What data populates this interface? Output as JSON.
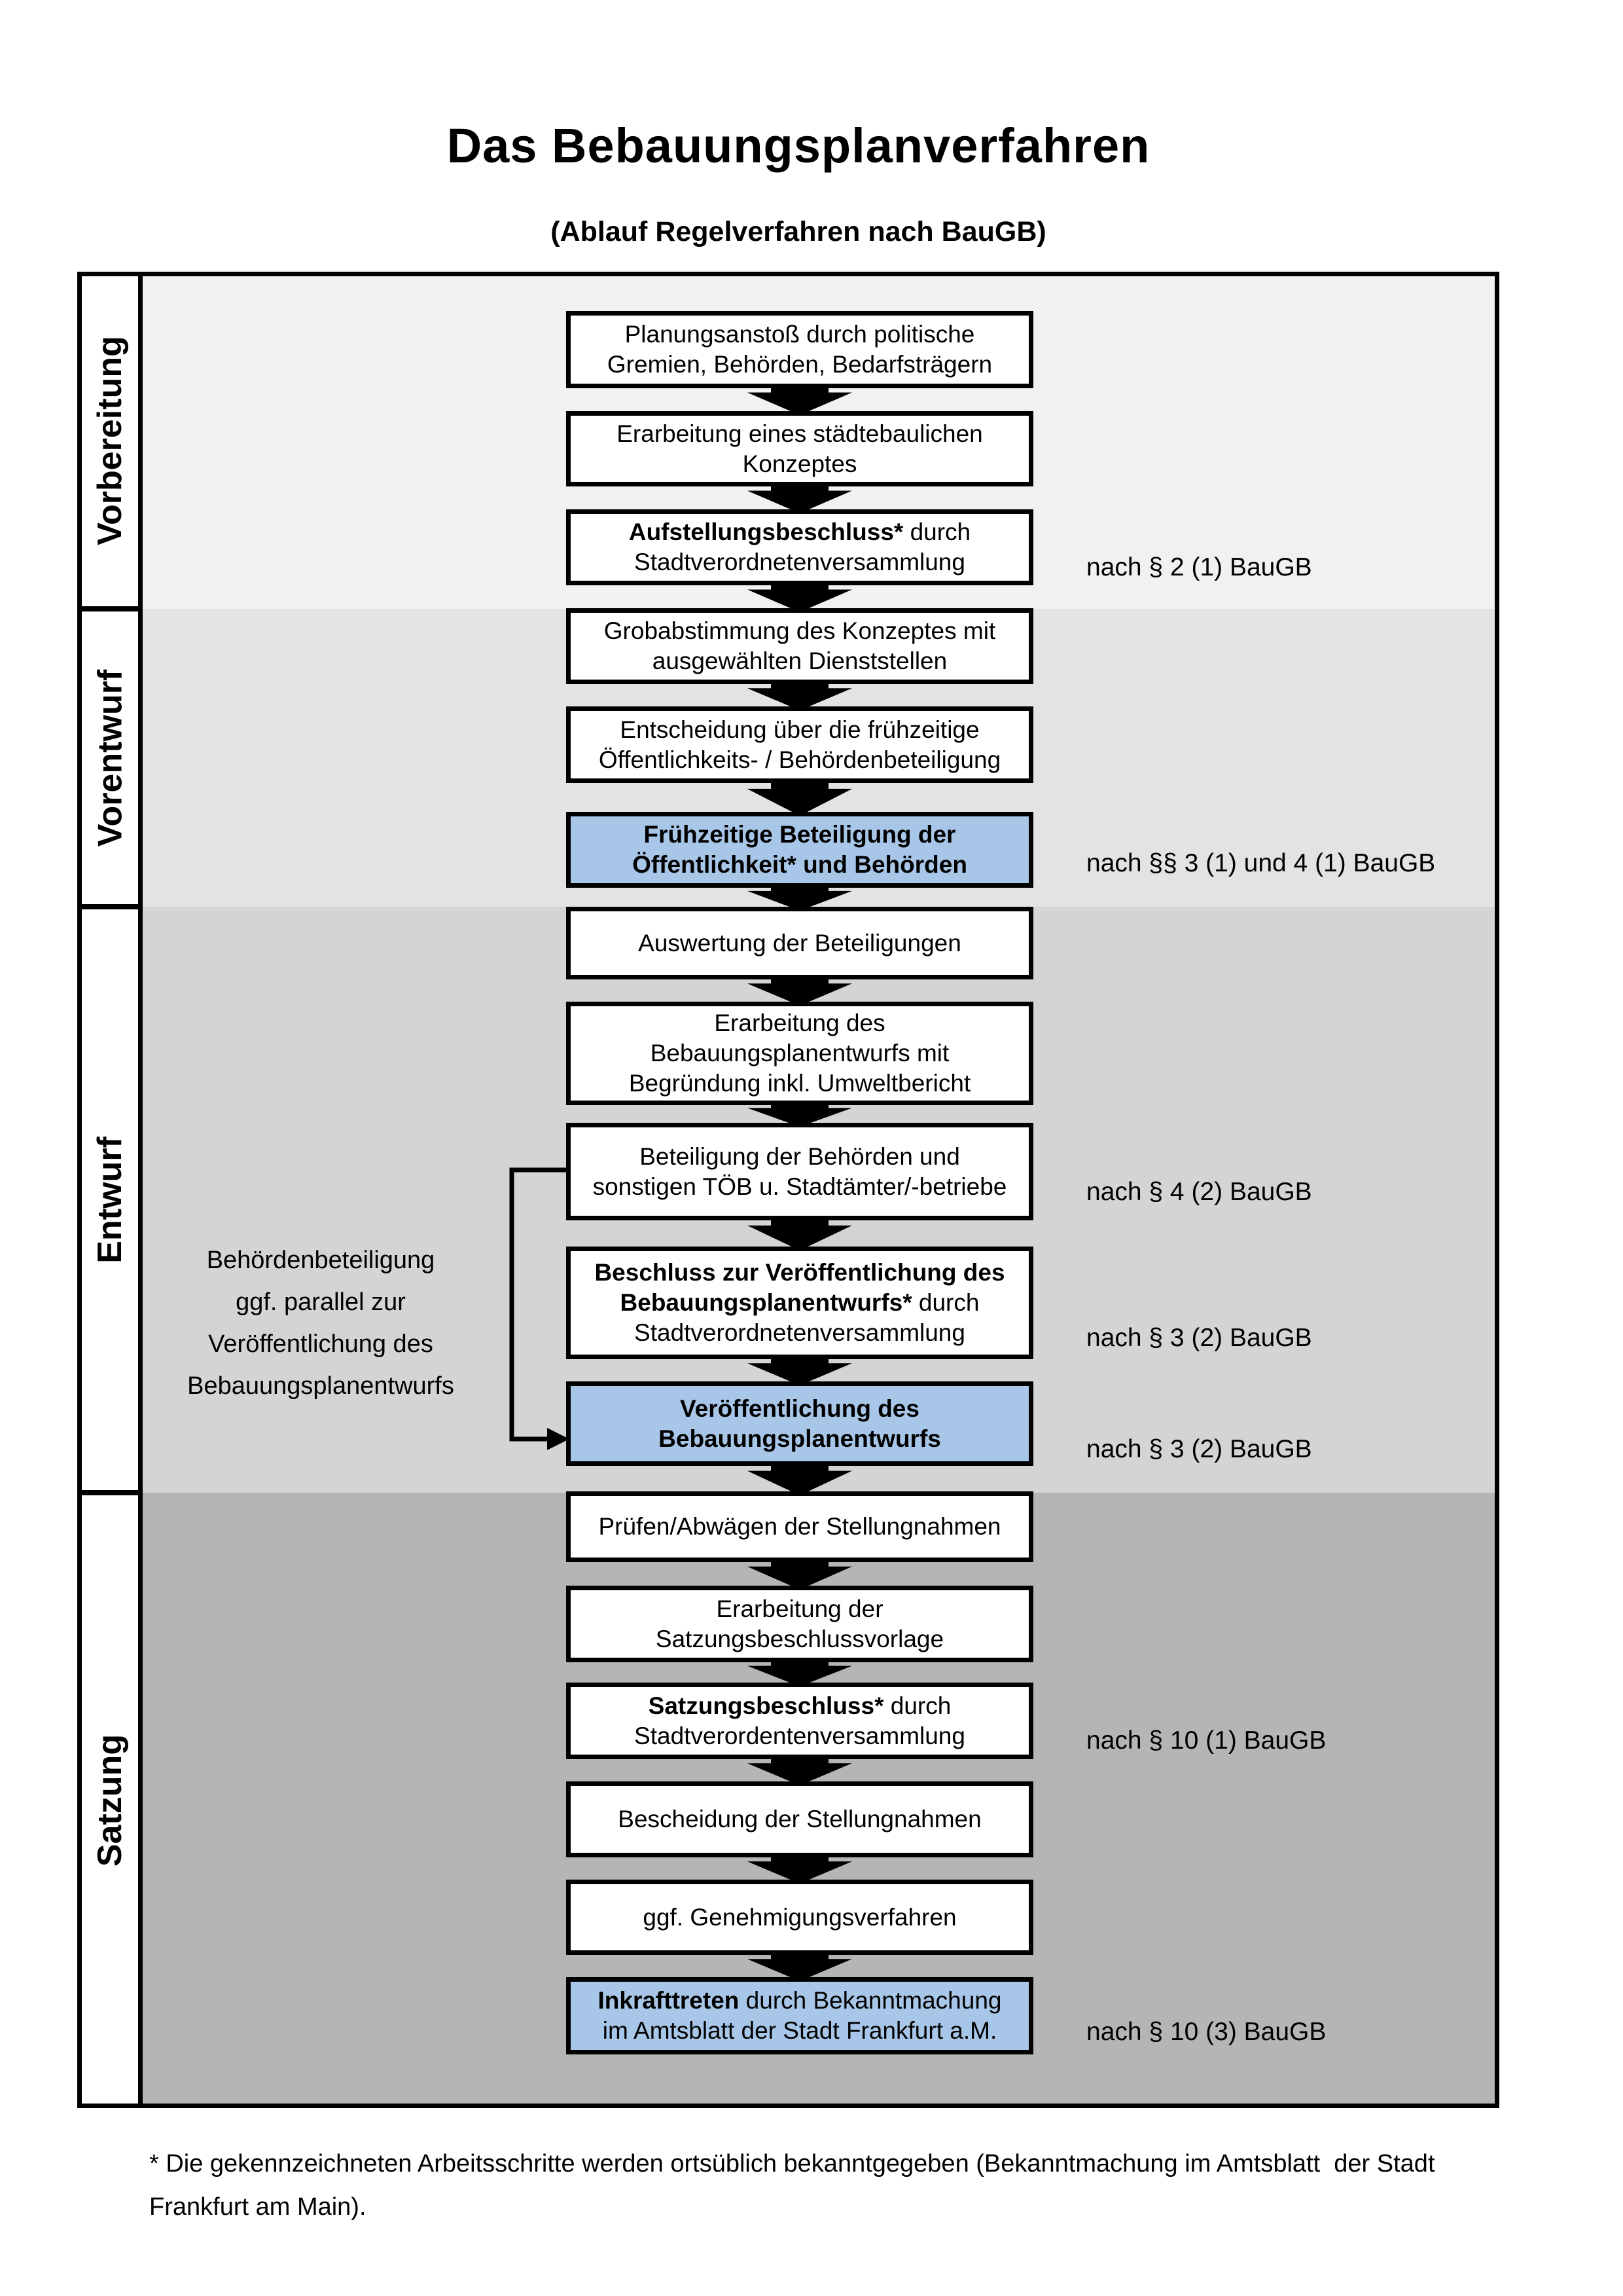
{
  "title": "Das Bebauungsplanverfahren",
  "subtitle": "(Ablauf Regelverfahren nach BauGB)",
  "colors": {
    "highlight_blue": "#a8c6e8",
    "phase_backgrounds": [
      "#f1f1f1",
      "#e3e3e3",
      "#d4d4d4",
      "#b5b5b5"
    ],
    "box_border": "#000000",
    "box_background": "#ffffff"
  },
  "phases": [
    {
      "label": "Vorbereitung"
    },
    {
      "label": "Vorentwurf"
    },
    {
      "label": "Entwurf"
    },
    {
      "label": "Satzung"
    }
  ],
  "flow": {
    "steps": [
      {
        "highlight": false,
        "lines": [
          [
            {
              "t": "Planungsanstoß durch politische"
            }
          ],
          [
            {
              "t": "Gremien, Behörden, Bedarfsträgern"
            }
          ]
        ]
      },
      {
        "highlight": false,
        "lines": [
          [
            {
              "t": "Erarbeitung eines städtebaulichen"
            }
          ],
          [
            {
              "t": "Konzeptes"
            }
          ]
        ]
      },
      {
        "highlight": false,
        "lines": [
          [
            {
              "t": "Aufstellungsbeschluss*",
              "b": true
            },
            {
              "t": " durch"
            }
          ],
          [
            {
              "t": "Stadtverordnetenversammlung"
            }
          ]
        ]
      },
      {
        "highlight": false,
        "lines": [
          [
            {
              "t": "Grobabstimmung des Konzeptes mit"
            }
          ],
          [
            {
              "t": "ausgewählten Dienststellen"
            }
          ]
        ]
      },
      {
        "highlight": false,
        "lines": [
          [
            {
              "t": "Entscheidung über die frühzeitige"
            }
          ],
          [
            {
              "t": "Öffentlichkeits- / Behördenbeteiligung"
            }
          ]
        ]
      },
      {
        "highlight": true,
        "lines": [
          [
            {
              "t": "Frühzeitige Beteiligung der",
              "b": true
            }
          ],
          [
            {
              "t": "Öffentlichkeit* und Behörden",
              "b": true
            }
          ]
        ]
      },
      {
        "highlight": false,
        "lines": [
          [
            {
              "t": "Auswertung der Beteiligungen"
            }
          ]
        ]
      },
      {
        "highlight": false,
        "lines": [
          [
            {
              "t": "Erarbeitung des"
            }
          ],
          [
            {
              "t": "Bebauungsplanentwurfs mit"
            }
          ],
          [
            {
              "t": "Begründung inkl. Umweltbericht"
            }
          ]
        ]
      },
      {
        "highlight": false,
        "lines": [
          [
            {
              "t": "Beteiligung der Behörden und"
            }
          ],
          [
            {
              "t": "sonstigen TÖB u. Stadtämter/-betriebe"
            }
          ]
        ]
      },
      {
        "highlight": false,
        "lines": [
          [
            {
              "t": "Beschluss zur Veröffentlichung des",
              "b": true
            }
          ],
          [
            {
              "t": "Bebauungsplanentwurfs*",
              "b": true
            },
            {
              "t": " durch"
            }
          ],
          [
            {
              "t": "Stadtverordnetenversammlung"
            }
          ]
        ]
      },
      {
        "highlight": true,
        "lines": [
          [
            {
              "t": "Veröffentlichung des",
              "b": true
            }
          ],
          [
            {
              "t": "Bebauungsplanentwurfs",
              "b": true
            }
          ]
        ]
      },
      {
        "highlight": false,
        "lines": [
          [
            {
              "t": "Prüfen/Abwägen der Stellungnahmen"
            }
          ]
        ]
      },
      {
        "highlight": false,
        "lines": [
          [
            {
              "t": "Erarbeitung der"
            }
          ],
          [
            {
              "t": "Satzungsbeschlussvorlage"
            }
          ]
        ]
      },
      {
        "highlight": false,
        "lines": [
          [
            {
              "t": "Satzungsbeschluss*",
              "b": true
            },
            {
              "t": " durch"
            }
          ],
          [
            {
              "t": "Stadtverordentenversammlung"
            }
          ]
        ]
      },
      {
        "highlight": false,
        "lines": [
          [
            {
              "t": "Bescheidung der Stellungnahmen"
            }
          ]
        ]
      },
      {
        "highlight": false,
        "lines": [
          [
            {
              "t": "ggf. Genehmigungsverfahren"
            }
          ]
        ]
      },
      {
        "highlight": true,
        "lines": [
          [
            {
              "t": "Inkrafttreten",
              "b": true
            },
            {
              "t": " durch Bekanntmachung"
            }
          ],
          [
            {
              "t": "im Amtsblatt der Stadt Frankfurt a.M."
            }
          ]
        ]
      }
    ]
  },
  "annotation": {
    "lines": [
      "Behördenbeteiligung",
      "ggf. parallel zur",
      "Veröffentlichung des",
      "Bebauungsplanentwurfs"
    ]
  },
  "refs": [
    {
      "text": "nach § 2 (1) BauGB"
    },
    {
      "text": "nach §§ 3 (1) und 4 (1) BauGB"
    },
    {
      "text": "nach § 4 (2) BauGB"
    },
    {
      "text": "nach § 3 (2) BauGB"
    },
    {
      "text": "nach § 3 (2) BauGB"
    },
    {
      "text": "nach § 10 (1) BauGB"
    },
    {
      "text": "nach § 10 (3) BauGB"
    }
  ],
  "footnote": {
    "lines": [
      "* Die gekennzeichneten Arbeitsschritte werden ortsüblich bekanntgegeben (Bekanntmachung im Amtsblatt  der Stadt",
      "Frankfurt am Main)."
    ]
  }
}
